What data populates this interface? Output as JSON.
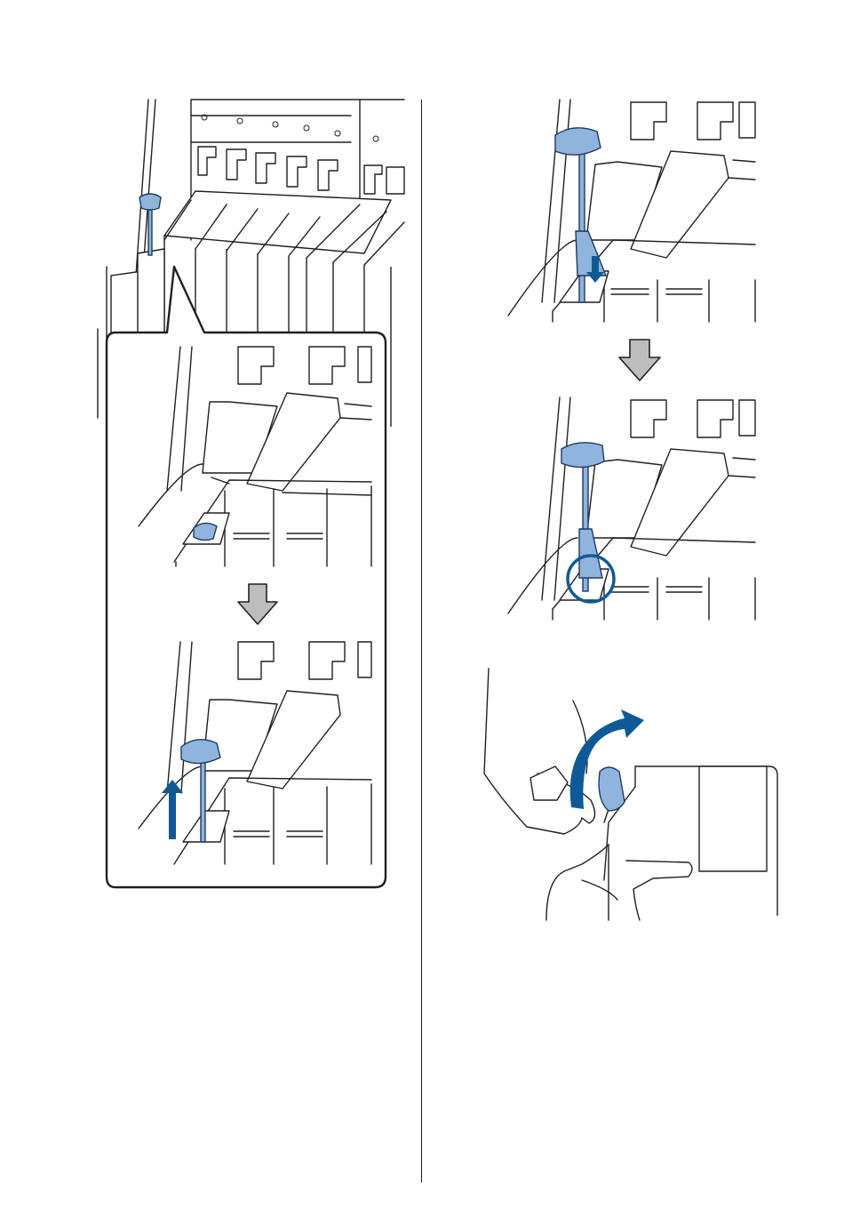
{
  "page": {
    "colors": {
      "line": "#231f20",
      "stirrer_blue": "#8fb4dd",
      "arrow_blue": "#0f5a96",
      "arrow_grey": "#bdbdbd",
      "background": "#ffffff"
    },
    "figures": [
      {
        "name": "printer-ink-tank-overview",
        "icon": "stirrer-in-tank"
      },
      {
        "name": "zoom-callout-remove-stirrer",
        "steps": [
          "tank-with-stirrer",
          "stirrer-lifted"
        ]
      },
      {
        "name": "insert-stirrer-step",
        "icon": "down-arrow"
      },
      {
        "name": "stirrer-hooked-step",
        "icon": "circle-highlight"
      },
      {
        "name": "pack-opening-step",
        "icon": "curved-arrow"
      }
    ]
  }
}
